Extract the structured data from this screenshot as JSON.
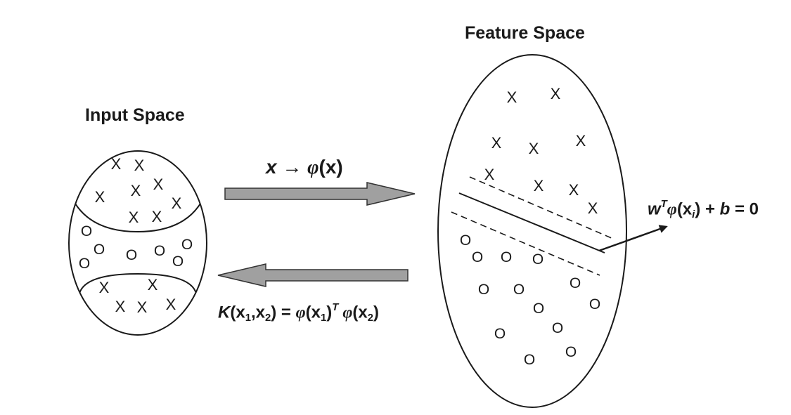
{
  "input_space": {
    "title": "Input Space",
    "x_symbol": "X",
    "o_symbol": "O"
  },
  "feature_space": {
    "title": "Feature Space"
  },
  "mapping_label": {
    "var": "x",
    "arrow": "→",
    "phi": "φ",
    "arg": "(x)"
  },
  "kernel_label": {
    "K": "K",
    "args": "(x",
    "s1": "1",
    "comma": ",x",
    "s2": "2",
    "eq": ") = ",
    "phi1": "φ",
    "x1": "(x",
    "s3": "1",
    "close1": ")",
    "T": "T",
    "phi2": " φ",
    "x2": "(x",
    "s4": "2",
    "close2": ")"
  },
  "hyperplane_label": {
    "w": "w",
    "T": "T",
    "phi": "φ",
    "open": "(x",
    "i": "i",
    "rest": ") + ",
    "b": "b",
    "eq": " = 0"
  },
  "colors": {
    "stroke": "#1a1a1a",
    "arrow_fill": "#a0a0a0",
    "arrow_stroke": "#333333"
  }
}
